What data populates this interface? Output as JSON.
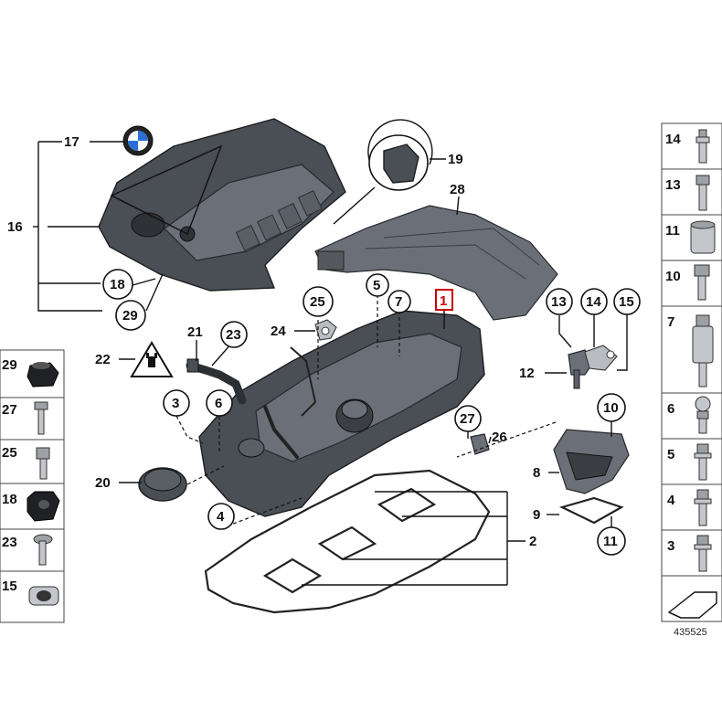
{
  "diagram": {
    "callouts": {
      "c1": "1",
      "c2": "2",
      "c3": "3",
      "c4": "4",
      "c5": "5",
      "c6": "6",
      "c7": "7",
      "c8": "8",
      "c9": "9",
      "c10": "10",
      "c11": "11",
      "c12": "12",
      "c13": "13",
      "c14": "14",
      "c15": "15",
      "c16": "16",
      "c17": "17",
      "c18": "18",
      "c19": "19",
      "c20": "20",
      "c21": "21",
      "c22": "22",
      "c23": "23",
      "c24": "24",
      "c25": "25",
      "c26": "26",
      "c27": "27",
      "c28": "28",
      "c29": "29"
    },
    "right_column": [
      "14",
      "13",
      "11",
      "10",
      "7",
      "6",
      "5",
      "4",
      "3"
    ],
    "left_column": [
      "29",
      "27",
      "25",
      "18",
      "23",
      "15"
    ],
    "footer_id": "435525",
    "highlight_color": "#cc0000"
  }
}
